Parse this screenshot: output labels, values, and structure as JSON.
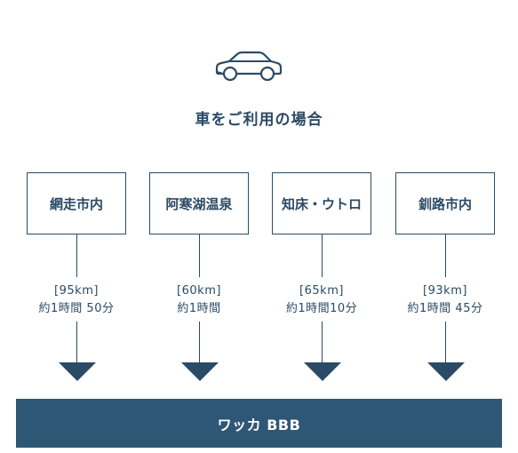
{
  "header": {
    "icon": "car-icon",
    "title": "車をご利用の場合"
  },
  "routes": [
    {
      "origin": "網走市内",
      "distance": "[95km]",
      "duration": "約1時間 50分"
    },
    {
      "origin": "阿寒湖温泉",
      "distance": "[60km]",
      "duration": "約1時間"
    },
    {
      "origin": "知床・ウトロ",
      "distance": "[65km]",
      "duration": "約1時間10分"
    },
    {
      "origin": "釧路市内",
      "distance": "[93km]",
      "duration": "約1時間 45分"
    }
  ],
  "destination": {
    "name": "ワッカ BBB"
  },
  "colors": {
    "primary": "#2b4a66",
    "bar": "#2e5776",
    "bar_text": "#ffffff"
  }
}
